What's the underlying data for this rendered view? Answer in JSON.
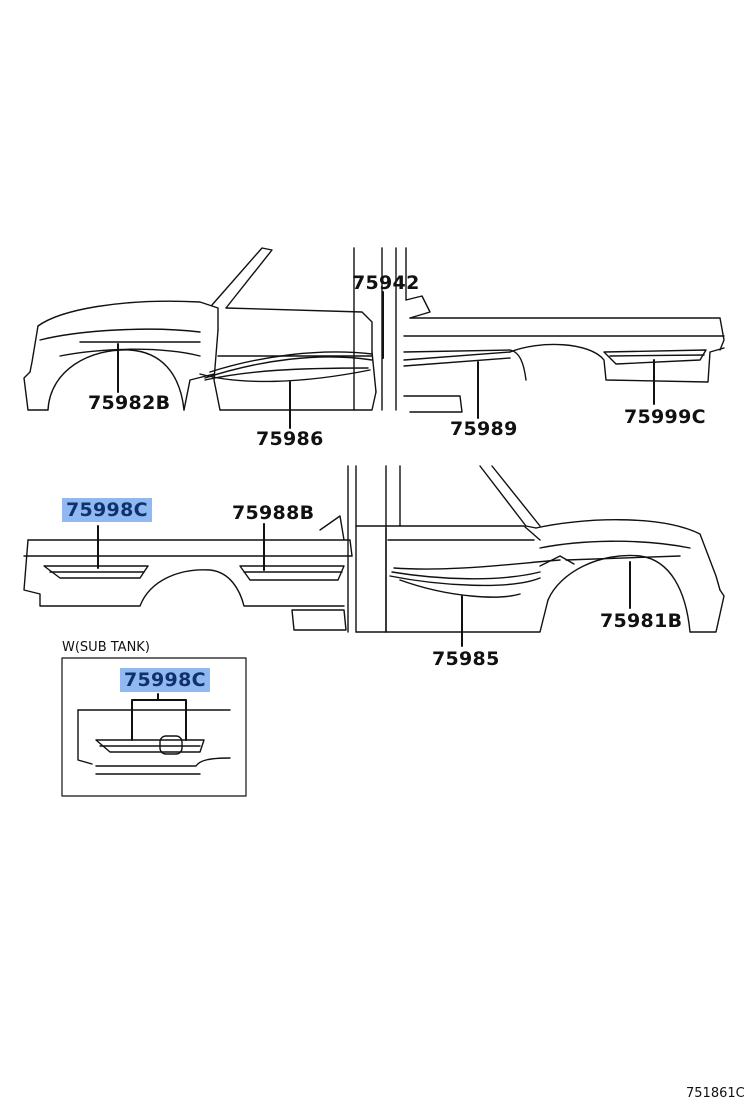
{
  "callouts": {
    "top_roof": "75942",
    "top_front_fender": "75982B",
    "top_door": "75986",
    "top_bed_front": "75989",
    "top_bed_rear": "75999C",
    "bottom_bed_rear": "75998C",
    "bottom_bed_front": "75988B",
    "bottom_door": "75985",
    "bottom_front_fender": "75981B",
    "inset_part": "75998C"
  },
  "inset": {
    "title": "W(SUB TANK)"
  },
  "illustration_code": "751861C",
  "colors": {
    "highlight": "#8fb9f0",
    "highlight_text": "#10306e",
    "line": "#111111"
  }
}
